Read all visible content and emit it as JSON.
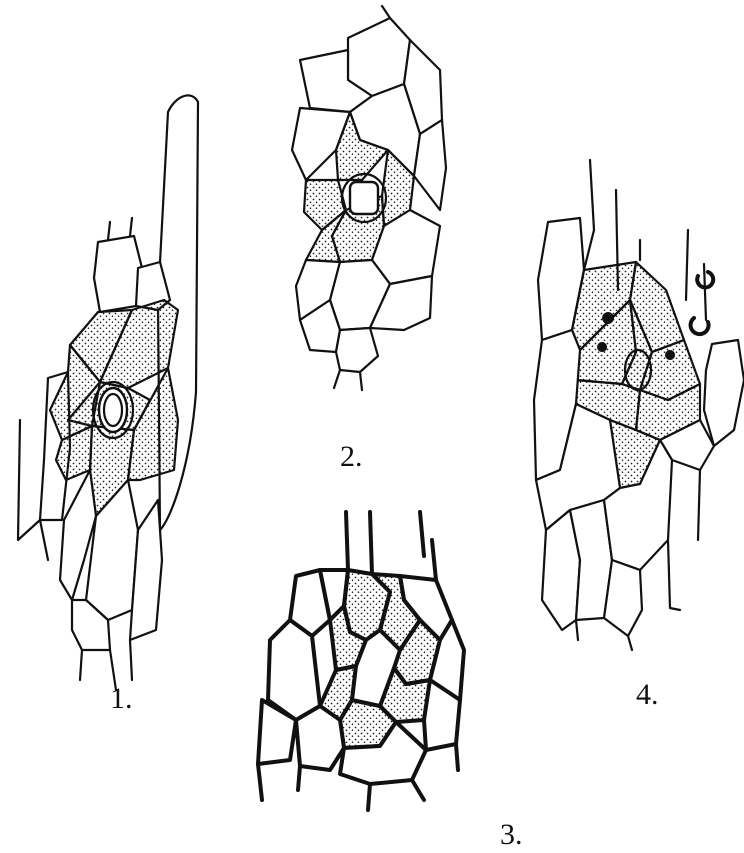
{
  "figures": [
    {
      "label": "1."
    },
    {
      "label": "2."
    },
    {
      "label": "3."
    },
    {
      "label": "4."
    }
  ]
}
